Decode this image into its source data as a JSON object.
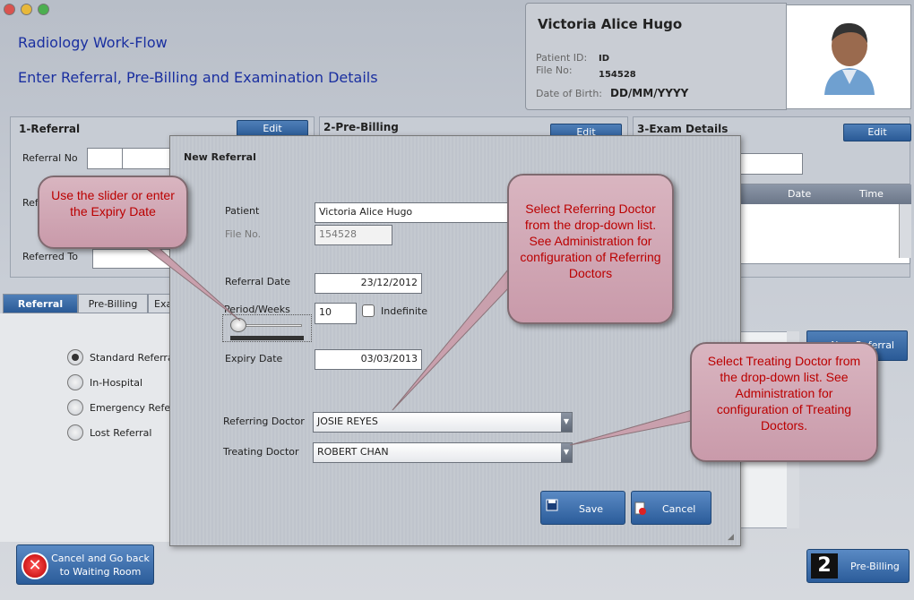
{
  "app": {
    "title": "Radiology Work-Flow",
    "subtitle": "Enter Referral, Pre-Billing and Examination Details"
  },
  "patient": {
    "name": "Victoria Alice Hugo",
    "id_label": "Patient ID:",
    "id_value": "ID",
    "file_label": "File No:",
    "file_value": "154528",
    "dob_label": "Date of Birth:",
    "dob_value": "DD/MM/YYYY"
  },
  "sections": {
    "referral": {
      "title": "1-Referral",
      "edit": "Edit",
      "referral_no": "Referral No",
      "referred_by": "Referred By",
      "referred_to": "Referred  To"
    },
    "prebilling": {
      "title": "2-Pre-Billing",
      "edit": "Edit"
    },
    "exam": {
      "title": "3-Exam Details",
      "edit": "Edit",
      "col_date": "Date",
      "col_time": "Time"
    }
  },
  "tabs": [
    "Referral",
    "Pre-Billing",
    "Exa"
  ],
  "radios": [
    "Standard Referral",
    "In-Hospital",
    "Emergency Referr",
    "Lost Referral"
  ],
  "new_referral_btn": "New Referral",
  "cancel_btn": "Cancel and Go back to Waiting Room",
  "prebilling_btn": {
    "num": "2",
    "label": "Pre-Billing"
  },
  "dialog": {
    "title": "New Referral",
    "patient_label": "Patient",
    "patient_value": "Victoria Alice Hugo",
    "file_label": "File No.",
    "file_value": "154528",
    "ref_date_label": "Referral Date",
    "ref_date_value": "23/12/2012",
    "period_label": "Period/Weeks",
    "period_value": "10",
    "indefinite": "Indefinite",
    "expiry_label": "Expiry Date",
    "expiry_value": "03/03/2013",
    "ref_doc_label": "Referring Doctor",
    "ref_doc_value": "JOSIE REYES",
    "treat_doc_label": "Treating Doctor",
    "treat_doc_value": "ROBERT CHAN",
    "save": "Save",
    "cancel": "Cancel"
  },
  "callouts": {
    "slider": "Use the slider or enter the Expiry Date",
    "referring": "Select Referring Doctor from the drop-down list. See Administration for configuration of Referring Doctors",
    "treating": "Select Treating Doctor from the drop-down list. See Administration for configuration of Treating Doctors."
  },
  "colors": {
    "accent": "#2a5a96",
    "title_blue": "#1a2fa0",
    "callout_text": "#bb0000"
  }
}
